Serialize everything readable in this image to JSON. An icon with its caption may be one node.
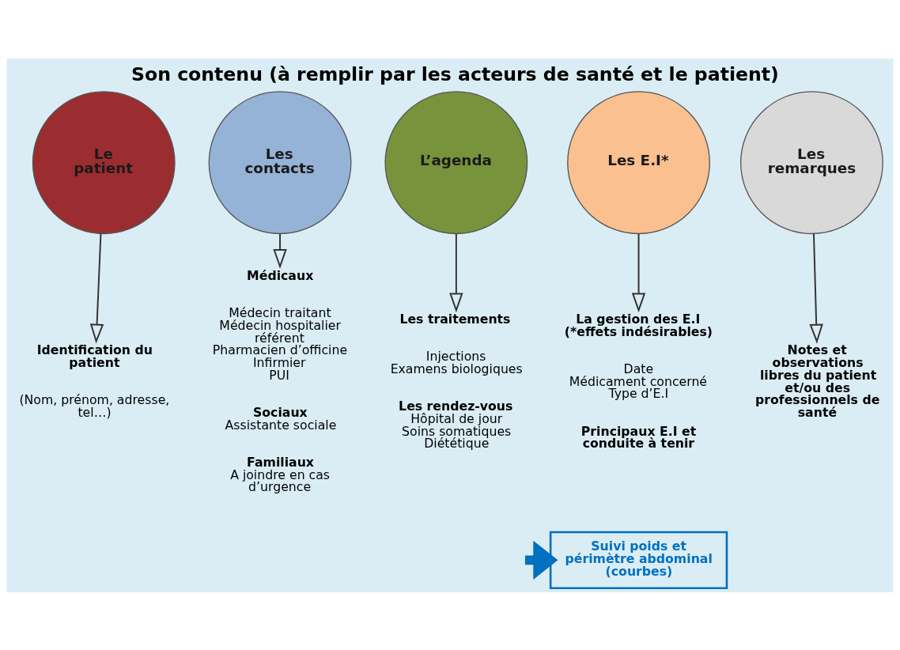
{
  "diagram": {
    "title": "Son contenu (à remplir par les acteurs de santé et le patient)",
    "nodes": [
      {
        "text": [
          "Le patient"
        ]
      },
      {
        "text": [
          "Les contacts"
        ]
      },
      {
        "text": [
          "L’agenda"
        ]
      },
      {
        "text": [
          "Les E.I*"
        ]
      },
      {
        "text": [
          "Les remarques"
        ]
      },
      {
        "text": [
          "Identification du patient",
          "(Nom, prénom, adresse, tel…)"
        ]
      },
      {
        "text": [
          "Médicaux",
          "Médecin traitant",
          "Médecin hospitalier référent",
          "Pharmacien d’officine",
          "Infirmier",
          "PUI",
          "Sociaux",
          "Assistante sociale",
          "Familiaux",
          "A joindre en cas d’urgence"
        ]
      },
      {
        "text": [
          "Les traitements",
          "Injections",
          "Examens biologiques",
          "Les rendez-vous",
          "Hôpital de jour",
          "Soins somatiques",
          "Diététique"
        ]
      },
      {
        "text": [
          "La gestion des E.I (*effets indésirables)",
          "Date",
          "Médicament concerné",
          "Type d’E.I",
          "Principaux E.I et conduite à tenir"
        ]
      },
      {
        "text": [
          "Notes et observations libres du patient et/ou des professionnels de santé"
        ]
      },
      {
        "text": [
          "Suivi poids et périmètre abdominal (courbes)"
        ]
      }
    ],
    "edges": [
      {
        "from": 0,
        "to": 5,
        "arrow": "to"
      },
      {
        "from": 1,
        "to": 6,
        "arrow": "to"
      },
      {
        "from": 2,
        "to": 7,
        "arrow": "to"
      },
      {
        "from": 3,
        "to": 8,
        "arrow": "to"
      },
      {
        "from": 4,
        "to": 9,
        "arrow": "to"
      },
      {
        "from": null,
        "to": 10,
        "arrow": "to",
        "style": "thick",
        "color": "#0070c0"
      }
    ]
  }
}
